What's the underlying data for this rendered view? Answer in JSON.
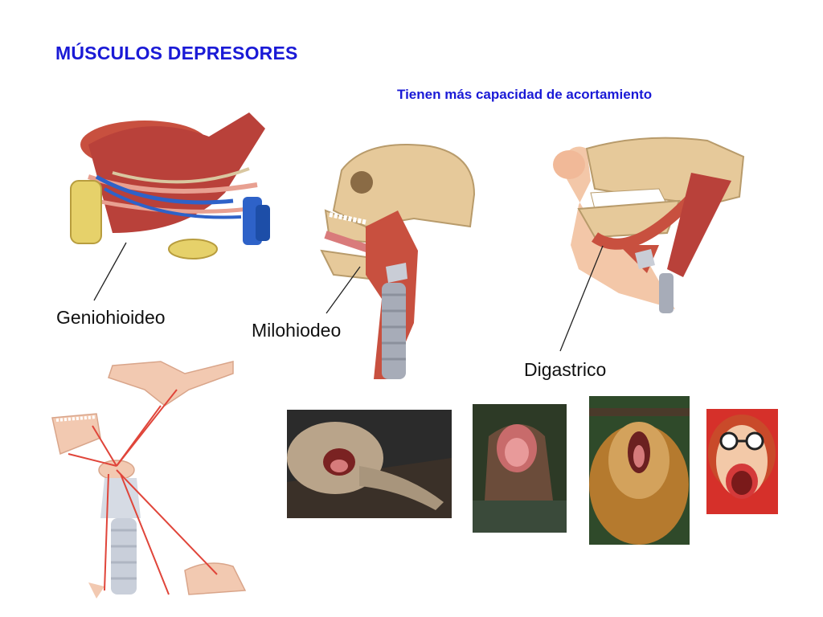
{
  "slide": {
    "title": "MÚSCULOS DEPRESORES",
    "subtitle": "Tienen más capacidad de acortamiento"
  },
  "labels": {
    "geniohioideo": "Geniohioideo",
    "milohiodeo": "Milohiodeo",
    "digastrico": "Digastrico"
  },
  "colors": {
    "heading": "#1a1ad6",
    "muscle": "#c8503f",
    "bone": "#e6c99a",
    "vein": "#2e62c8",
    "arrow": "#e0453a"
  }
}
